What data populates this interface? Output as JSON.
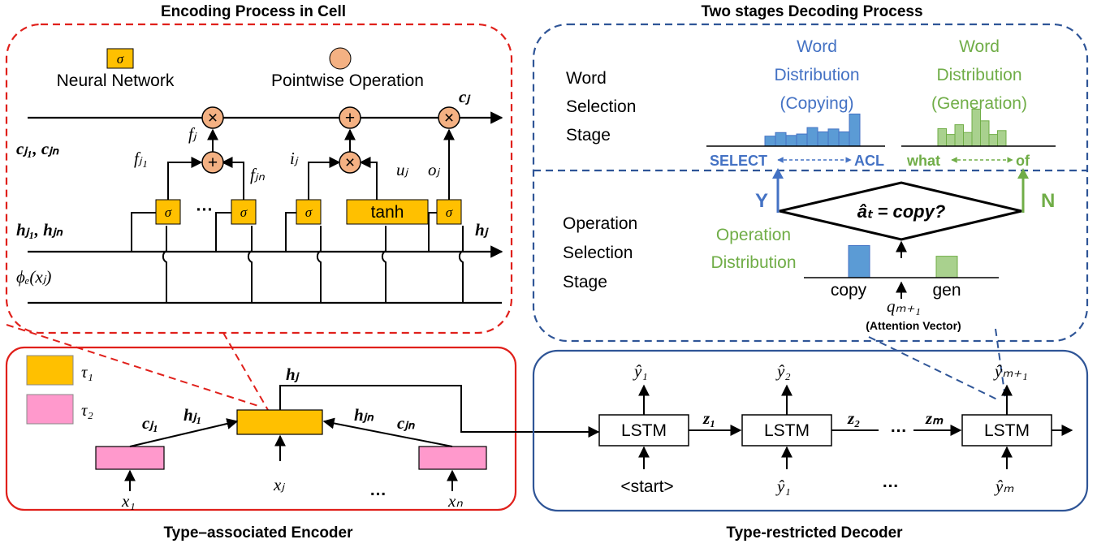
{
  "titles": {
    "encoding": "Encoding Process in Cell",
    "decoding": "Two stages Decoding Process",
    "encoder": "Type–associated Encoder",
    "decoder": "Type-restricted Decoder"
  },
  "legend": {
    "sigma_symbol": "σ",
    "neural_network": "Neural Network",
    "pointwise_operation": "Pointwise Operation"
  },
  "cell": {
    "c_inputs": "cⱼ₁, cⱼₙ",
    "h_inputs": "hⱼ₁, hⱼₙ",
    "phi": "ϕₑ(xⱼ)",
    "c_out": "cⱼ",
    "h_out": "hⱼ",
    "f_j": "fⱼ",
    "f_j1": "fⱼ₁",
    "f_jN": "fⱼₙ",
    "i_j": "iⱼ",
    "u_j": "uⱼ",
    "o_j": "oⱼ",
    "tanh": "tanh",
    "ellipsis": "···",
    "plus": "+",
    "times": "×"
  },
  "decoding": {
    "word_selection_stage": [
      "Word",
      "Selection",
      "Stage"
    ],
    "operation_selection_stage": [
      "Operation",
      "Selection",
      "Stage"
    ],
    "copy_dist_title": [
      "Word",
      "Distribution",
      "(Copying)"
    ],
    "gen_dist_title": [
      "Word",
      "Distribution",
      "(Generation)"
    ],
    "copy_left": "SELECT",
    "copy_right": "ACL",
    "gen_left": "what",
    "gen_right": "of",
    "copy_bars": [
      0.28,
      0.38,
      0.3,
      0.34,
      0.52,
      0.4,
      0.48,
      0.4,
      0.9
    ],
    "gen_bars": [
      0.45,
      0.3,
      0.55,
      0.35,
      0.95,
      0.65,
      0.3,
      0.4
    ],
    "decision": "âₜ = copy?",
    "yes": "Y",
    "no": "N",
    "op_dist": [
      "Operation",
      "Distribution"
    ],
    "op_copy_label": "copy",
    "op_gen_label": "gen",
    "op_values": {
      "copy": 0.9,
      "gen": 0.6
    },
    "q_label": "qₘ₊₁",
    "attention_vector": "(Attention Vector)"
  },
  "encoder": {
    "tau1": "τ₁",
    "tau2": "τ₂",
    "h_j": "hⱼ",
    "c_j1": "cⱼ₁",
    "h_j1": "hⱼ₁",
    "h_jN": "hⱼₙ",
    "c_jN": "cⱼₙ",
    "x_1": "x₁",
    "x_j": "xⱼ",
    "x_N": "xₙ",
    "dots": "…"
  },
  "decoder": {
    "lstm": "LSTM",
    "y1": "ŷ₁",
    "y2": "ŷ₂",
    "ym1": "ŷₘ₊₁",
    "ym": "ŷₘ",
    "z1": "z₁",
    "z2": "z₂",
    "zm": "zₘ",
    "start": "<start>",
    "dots": "…"
  },
  "colors": {
    "red": "#e0201b",
    "navy": "#2f5597",
    "blue": "#4472c4",
    "green": "#70ad47",
    "orange_box": "#ffc000",
    "pink_box": "#ff99cc",
    "pointwise": "#f4b183"
  }
}
